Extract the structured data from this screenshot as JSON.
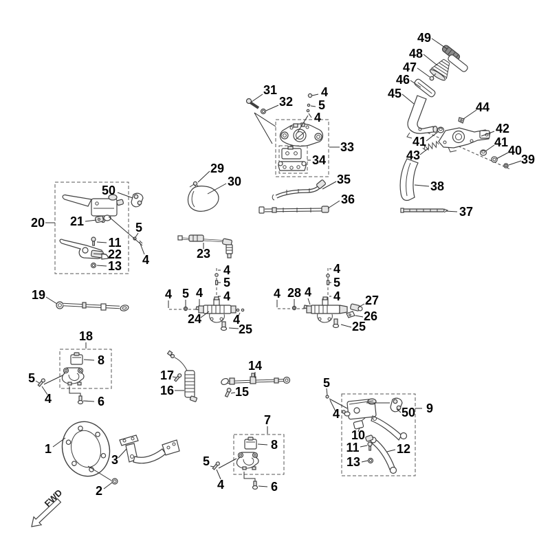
{
  "diagram": {
    "title": "brake-system-exploded-parts-diagram",
    "background": "#ffffff",
    "line_color": "#3f3f3f",
    "label_color": "#000000",
    "fwd": "FWD",
    "labels": {
      "l49": "49",
      "l48": "48",
      "l47": "47",
      "l46": "46",
      "l45": "45",
      "l44": "44",
      "l42": "42",
      "l41a": "41",
      "l43": "43",
      "l41b": "41",
      "l40": "40",
      "l39": "39",
      "l38": "38",
      "l37": "37",
      "l31": "31",
      "l32": "32",
      "l4a": "4",
      "l5a": "5",
      "l4b": "4",
      "l33": "33",
      "l34": "34",
      "l29": "29",
      "l30": "30",
      "l35": "35",
      "l36": "36",
      "l20": "20",
      "l50a": "50",
      "l21": "21",
      "l5b": "5",
      "l4c": "4",
      "l11a": "11",
      "l22": "22",
      "l13a": "13",
      "l19": "19",
      "l23": "23",
      "l4d": "4",
      "l5c": "5",
      "l4e": "4",
      "l4f": "4",
      "l5d": "5",
      "l4g": "4",
      "l24": "24",
      "l4h": "4",
      "l25a": "25",
      "l4i": "4",
      "l28": "28",
      "l4j": "4",
      "l4k": "4",
      "l5e": "5",
      "l4l": "4",
      "l27": "27",
      "l26": "26",
      "l25b": "25",
      "l18": "18",
      "l8a": "8",
      "l5f": "5",
      "l4m": "4",
      "l6a": "6",
      "l17": "17",
      "l16": "16",
      "l14": "14",
      "l15": "15",
      "l1": "1",
      "l3": "3",
      "l2": "2",
      "l7": "7",
      "l8b": "8",
      "l5g": "5",
      "l4n": "4",
      "l6b": "6",
      "l5h": "5",
      "l4o": "4",
      "l9": "9",
      "l50b": "50",
      "l10": "10",
      "l11c": "11",
      "l12": "12",
      "l13c": "13"
    }
  }
}
